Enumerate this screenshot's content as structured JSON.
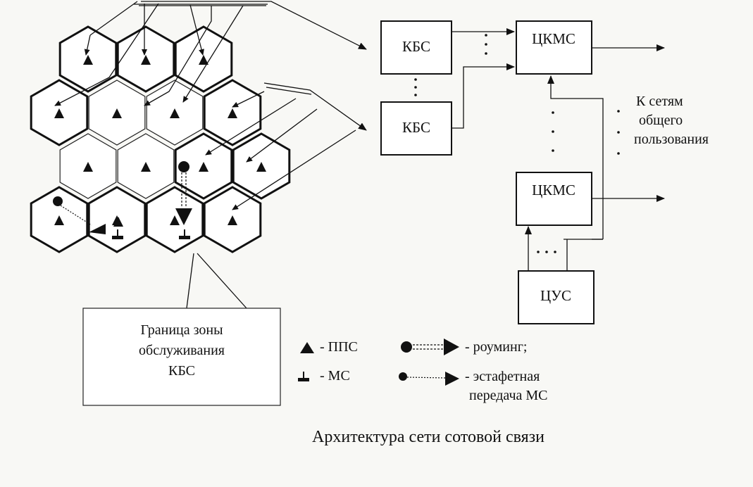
{
  "nodes": {
    "kbs_top": "КБС",
    "kbs_bottom": "КБС",
    "ckms_top": "ЦКМС",
    "ckms_bottom": "ЦКМС",
    "cus": "ЦУС"
  },
  "networks_label": [
    "К сетям",
    "общего",
    "пользования"
  ],
  "zone_label": [
    "Граница зоны",
    "обслуживания",
    "КБС"
  ],
  "legend": {
    "pps": "- ППС",
    "ms": "- МС",
    "roaming": "- роуминг;",
    "handover": [
      "- эстафетная",
      "передача МС"
    ]
  },
  "caption": "Архитектура сети сотовой связи"
}
